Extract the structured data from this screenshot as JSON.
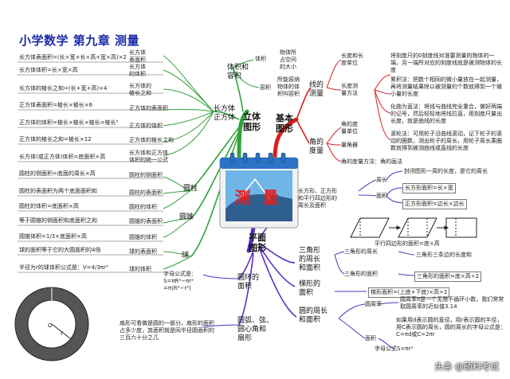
{
  "title": "小学数学  第九章  测量",
  "center": "测 量",
  "watermark": "头条 @硕科考试",
  "solid": {
    "main": "立体\n图形",
    "cuboid": "长方体\n正方体",
    "cylinder": "圆柱",
    "cone": "圆锥",
    "sphere": "球",
    "volume_capacity": "体积和\n容积",
    "volume": "体积",
    "volume_def": "物体所\n占空间\n的大小",
    "capacity": "容积",
    "capacity_def": "所能容纳\n物体的体\n积叫容积",
    "formulas": [
      "长方体表面积=(长×宽+长×高+宽×高)×2",
      "长方体体积=长×宽×高",
      "长方体的棱长之和=(长+宽+高)×4",
      "正方体表面积=棱长×棱长×6",
      "正方体的体积=棱长×棱长×棱长=棱长³",
      "正方体的棱长之和=棱长×12",
      "长方体(或正方体)体积=底面积×高",
      "圆柱的侧面积=底面的周长×高",
      "圆柱的表面积为两个底面面积和",
      "圆柱的体积=底面积×高",
      "等于圆锥的侧面积和底面积之和",
      "圆锥体积=1/3×底面积×高",
      "球的面积等于它的大圆面积的4倍",
      "半径为r的球体积公式是：V=4/3πr³"
    ],
    "formula_names": [
      "长方体\n表面积",
      "长方体\n的体积",
      "长方体的\n棱长之和",
      "正方体的表面积",
      "正方体的体积",
      "正方体的棱长之和",
      "长方体和正方体\n体积的统一公式",
      "圆柱的侧面积",
      "圆柱的表面积",
      "圆柱的体积",
      "圆锥的表面积",
      "圆锥的体积",
      "球的表面积",
      "球的体积"
    ]
  },
  "basic": {
    "main": "基本\n图形",
    "line_measure": "线的\n测量",
    "angle_measure": "角的\n度量",
    "unit_length": "长度和长\n度单位",
    "length_measure": "长度测\n量方法",
    "angle_unit": "角的度\n量单位",
    "protractor": "量角器",
    "angle_method": "角的度量方法：角的画法",
    "note_unit": "将刻度尺的0刻度线对准要测量的物体的一端，另一端所对应的刻度线就是被测物体的长度",
    "note_accum": "累积法：把数个相同的微小量放在一起测量，再将测量结果除以被测量的个数就得到一个微小量的长度",
    "note_curve": "化曲为直法：将线与曲线完全重合，做好两端的记号，然后轻轻地将线拉直，用刻度尺量出长度，就是曲线的长度",
    "note_roll": "滚轮法：可用轮子沿曲线滚动，记下轮子的滚动的圈数，测出轮子的周长，用轮子周长乘圈数就得到被测曲线或直线的长度"
  },
  "plane": {
    "main": "平面\n图形",
    "rect_group": "长方形、正方形\n和平行四边形的\n周长及面积",
    "perimeter": "周长",
    "perimeter_def": "封闭图形一周的长度，是它的周长",
    "area": "面积",
    "rect_area": "长方形面积=长×宽",
    "square_area": "正方形面积=边长×边长",
    "para_label": "平行四边形的面积=底×高",
    "tri_group": "三角形\n的周长\n和面积",
    "tri_perimeter": "三角形的周长",
    "tri_perimeter_def": "三角形三条边的长度和",
    "tri_area": "三角形的面积",
    "tri_area_def": "三角形的面积=底×高÷2",
    "trap_group": "梯形的\n面积",
    "trap_area": "梯形面积=(上底+下底)×高÷2",
    "circle_group": "圆的周长\n和面积",
    "circ_perimeter": "圆周率",
    "circ_perimeter_def": "圆周率π是一个无限不循环小数，我们常常取圆周率的近似值3.14",
    "circ_area": "面积",
    "circ_area_def": "如果用d表示圆的直径，用r表示圆的半径，用C表示圆的周长，圆的周长的字母公式是：C=πd或C=2πr",
    "circ_letter": "字母公式S=πr²",
    "ring": "圆环的\n面积",
    "ring_formula": "字母公式是：\nS=πR²−πr²\n=π(R²−r²)",
    "sector": "圆弧、弦、\n圆心角和\n扇形",
    "sector_def": "扇形可看做是圆的一部分，扇形的面积占多少度，其面积就是同半径圆面积的三百六十分之几"
  },
  "colors": {
    "solid_branch": "#2fa23a",
    "basic_branch": "#d62020",
    "plane_branch": "#5a2fc0",
    "title": "#1a2aa8",
    "line": "#333333"
  }
}
